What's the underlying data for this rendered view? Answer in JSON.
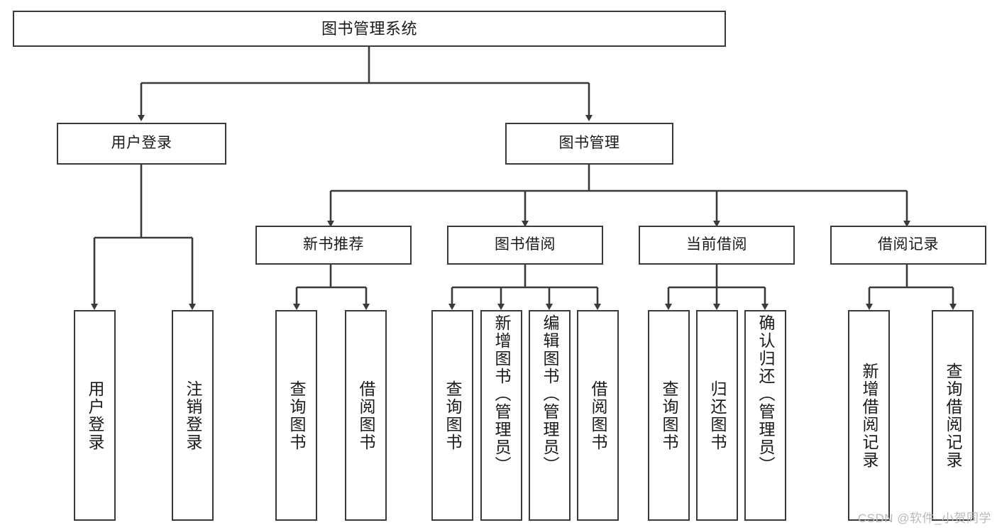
{
  "diagram": {
    "type": "tree",
    "title": "图书管理系统",
    "watermark": "CSDN @软件_小贺同学",
    "colors": {
      "box_border": "#3a3a3a",
      "background": "#ffffff",
      "text": "#1a1a1a",
      "edge": "#3a3a3a",
      "watermark": "#b9b9b9"
    },
    "root": {
      "label": "图书管理系统"
    },
    "level2": [
      {
        "label": "用户登录"
      },
      {
        "label": "图书管理"
      }
    ],
    "level3": [
      {
        "label": "新书推荐"
      },
      {
        "label": "图书借阅"
      },
      {
        "label": "当前借阅"
      },
      {
        "label": "借阅记录"
      }
    ],
    "leaves": {
      "user_login": [
        {
          "label": "用户登录"
        },
        {
          "label": "注销登录"
        }
      ],
      "new_book_recommend": [
        {
          "label": "查询图书"
        },
        {
          "label": "借阅图书"
        }
      ],
      "book_borrow": [
        {
          "label": "查询图书"
        },
        {
          "label": "新增图书（管理员）"
        },
        {
          "label": "编辑图书（管理员）"
        },
        {
          "label": "借阅图书"
        }
      ],
      "current_borrow": [
        {
          "label": "查询图书"
        },
        {
          "label": "归还图书"
        },
        {
          "label": "确认归还（管理员）"
        }
      ],
      "borrow_record": [
        {
          "label": "新增借阅记录"
        },
        {
          "label": "查询借阅记录"
        }
      ]
    }
  }
}
